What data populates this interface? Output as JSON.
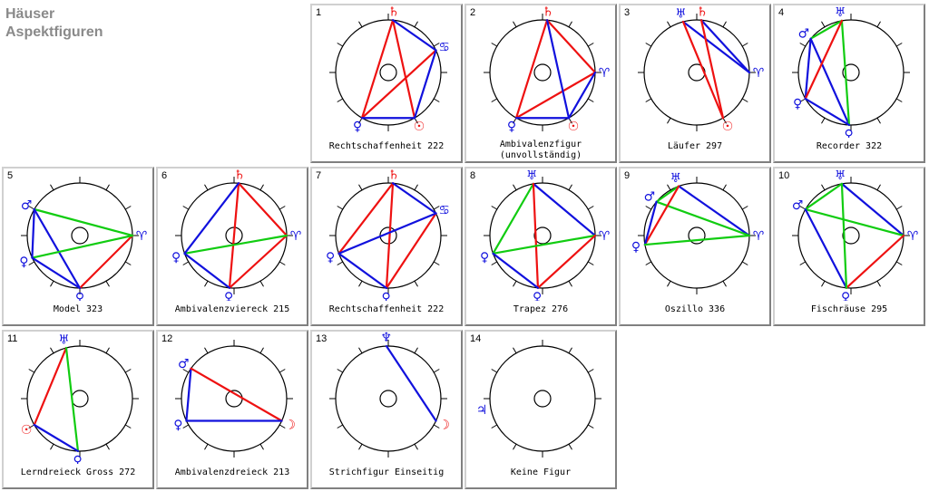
{
  "header": {
    "line1": "Häuser",
    "line2": "Aspektfiguren"
  },
  "colors": {
    "red": "#ee1111",
    "blue": "#1111dd",
    "green": "#11cc11"
  },
  "figures": [
    {
      "num": "1",
      "caption": "Rechtschaffenheit 222",
      "planets": [
        [
          85,
          "saturn"
        ],
        [
          300,
          "sun"
        ],
        [
          240,
          "venus"
        ],
        [
          25,
          "cancer"
        ]
      ],
      "lines": [
        [
          0,
          1,
          "red"
        ],
        [
          2,
          3,
          "red"
        ],
        [
          0,
          2,
          "red"
        ],
        [
          0,
          3,
          "blue"
        ],
        [
          1,
          2,
          "blue"
        ],
        [
          1,
          3,
          "blue"
        ]
      ]
    },
    {
      "num": "2",
      "caption": "Ambivalenzfigur",
      "caption2": "(unvollständig)",
      "planets": [
        [
          85,
          "saturn"
        ],
        [
          0,
          "aries"
        ],
        [
          240,
          "venus"
        ],
        [
          300,
          "sun"
        ]
      ],
      "lines": [
        [
          0,
          1,
          "red"
        ],
        [
          1,
          2,
          "red"
        ],
        [
          0,
          2,
          "red"
        ],
        [
          1,
          3,
          "blue"
        ],
        [
          0,
          3,
          "blue"
        ],
        [
          2,
          3,
          "blue"
        ]
      ]
    },
    {
      "num": "3",
      "caption": "Läufer 297",
      "planets": [
        [
          105,
          "uranus"
        ],
        [
          85,
          "saturn"
        ],
        [
          0,
          "aries"
        ],
        [
          300,
          "sun"
        ]
      ],
      "lines": [
        [
          0,
          2,
          "blue"
        ],
        [
          0,
          3,
          "red"
        ],
        [
          1,
          2,
          "blue"
        ],
        [
          1,
          3,
          "red"
        ]
      ]
    },
    {
      "num": "4",
      "caption": "Recorder 322",
      "planets": [
        [
          100,
          "uranus"
        ],
        [
          140,
          "mars"
        ],
        [
          210,
          "venus"
        ],
        [
          268,
          "venus"
        ]
      ],
      "lines": [
        [
          1,
          0,
          "green"
        ],
        [
          1,
          2,
          "blue"
        ],
        [
          1,
          3,
          "blue"
        ],
        [
          0,
          3,
          "green"
        ],
        [
          0,
          2,
          "red"
        ],
        [
          2,
          3,
          "blue"
        ]
      ]
    },
    {
      "num": "5",
      "caption": "Model 323",
      "planets": [
        [
          150,
          "mars"
        ],
        [
          0,
          "aries"
        ],
        [
          270,
          "venus"
        ],
        [
          205,
          "venus"
        ]
      ],
      "lines": [
        [
          0,
          1,
          "green"
        ],
        [
          0,
          2,
          "blue"
        ],
        [
          1,
          2,
          "red"
        ],
        [
          1,
          3,
          "green"
        ],
        [
          2,
          3,
          "blue"
        ],
        [
          0,
          3,
          "blue"
        ]
      ]
    },
    {
      "num": "6",
      "caption": "Ambivalenzviereck 215",
      "planets": [
        [
          85,
          "saturn"
        ],
        [
          0,
          "aries"
        ],
        [
          265,
          "venus"
        ],
        [
          200,
          "venus"
        ]
      ],
      "lines": [
        [
          0,
          1,
          "red"
        ],
        [
          1,
          2,
          "red"
        ],
        [
          0,
          2,
          "red"
        ],
        [
          1,
          3,
          "green"
        ],
        [
          0,
          3,
          "blue"
        ],
        [
          2,
          3,
          "blue"
        ]
      ]
    },
    {
      "num": "7",
      "caption": "Rechtschaffenheit 222",
      "planets": [
        [
          85,
          "saturn"
        ],
        [
          25,
          "cancer"
        ],
        [
          268,
          "venus"
        ],
        [
          200,
          "venus"
        ]
      ],
      "lines": [
        [
          0,
          3,
          "red"
        ],
        [
          1,
          2,
          "red"
        ],
        [
          0,
          2,
          "red"
        ],
        [
          0,
          1,
          "blue"
        ],
        [
          3,
          2,
          "blue"
        ],
        [
          3,
          1,
          "blue"
        ]
      ]
    },
    {
      "num": "8",
      "caption": "Trapez 276",
      "planets": [
        [
          100,
          "uranus"
        ],
        [
          0,
          "aries"
        ],
        [
          265,
          "venus"
        ],
        [
          200,
          "venus"
        ]
      ],
      "lines": [
        [
          0,
          1,
          "blue"
        ],
        [
          0,
          3,
          "green"
        ],
        [
          0,
          2,
          "red"
        ],
        [
          1,
          3,
          "green"
        ],
        [
          1,
          2,
          "red"
        ],
        [
          2,
          3,
          "blue"
        ]
      ]
    },
    {
      "num": "9",
      "caption": "Oszillo 336",
      "planets": [
        [
          110,
          "uranus"
        ],
        [
          140,
          "mars"
        ],
        [
          0,
          "aries"
        ],
        [
          190,
          "venus"
        ]
      ],
      "lines": [
        [
          0,
          1,
          "green"
        ],
        [
          0,
          2,
          "blue"
        ],
        [
          1,
          2,
          "green"
        ],
        [
          0,
          3,
          "red"
        ],
        [
          1,
          3,
          "blue"
        ],
        [
          3,
          2,
          "green"
        ]
      ]
    },
    {
      "num": "10",
      "caption": "Fischräuse 295",
      "planets": [
        [
          100,
          "uranus"
        ],
        [
          150,
          "mars"
        ],
        [
          0,
          "aries"
        ],
        [
          265,
          "venus"
        ]
      ],
      "lines": [
        [
          0,
          1,
          "green"
        ],
        [
          0,
          2,
          "blue"
        ],
        [
          1,
          2,
          "green"
        ],
        [
          1,
          3,
          "blue"
        ],
        [
          2,
          3,
          "red"
        ],
        [
          0,
          3,
          "green"
        ]
      ]
    },
    {
      "num": "11",
      "caption": "Lerndreieck Gross 272",
      "planets": [
        [
          105,
          "uranus"
        ],
        [
          210,
          "sun"
        ],
        [
          268,
          "venus"
        ]
      ],
      "lines": [
        [
          0,
          1,
          "red"
        ],
        [
          0,
          2,
          "green"
        ],
        [
          1,
          2,
          "blue"
        ]
      ]
    },
    {
      "num": "12",
      "caption": "Ambivalenzdreieck 213",
      "planets": [
        [
          145,
          "mars"
        ],
        [
          205,
          "venus"
        ],
        [
          335,
          "moon"
        ]
      ],
      "lines": [
        [
          0,
          1,
          "blue"
        ],
        [
          0,
          2,
          "red"
        ],
        [
          1,
          2,
          "blue"
        ]
      ]
    },
    {
      "num": "13",
      "caption": "Strichfigur Einseitig",
      "planets": [
        [
          92,
          "neptune"
        ],
        [
          335,
          "moon"
        ]
      ],
      "lines": [
        [
          0,
          1,
          "blue"
        ]
      ]
    },
    {
      "num": "14",
      "caption": "Keine Figur",
      "planets": [
        [
          190,
          "jupiter"
        ]
      ],
      "lines": []
    }
  ]
}
